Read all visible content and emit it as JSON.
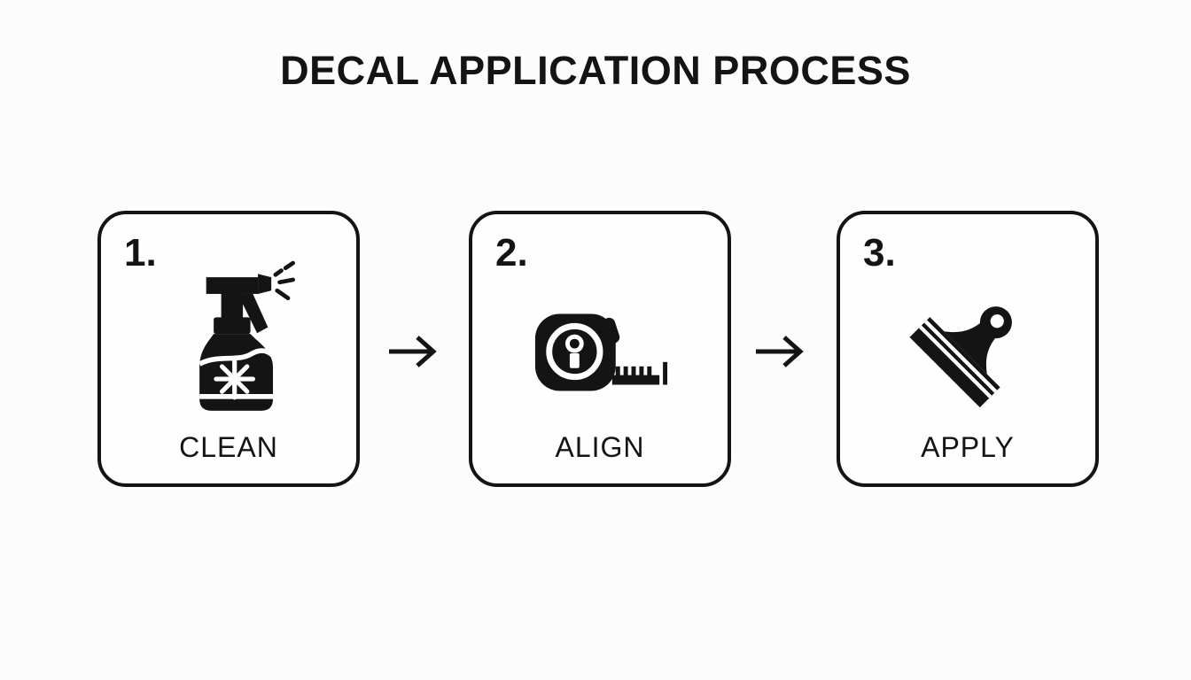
{
  "title": "DECAL APPLICATION PROCESS",
  "steps": [
    {
      "number": "1.",
      "label": "CLEAN",
      "icon": "spray-bottle-icon"
    },
    {
      "number": "2.",
      "label": "ALIGN",
      "icon": "tape-measure-icon"
    },
    {
      "number": "3.",
      "label": "APPLY",
      "icon": "squeegee-icon"
    }
  ],
  "connector": {
    "icon": "right-arrow-icon"
  },
  "colors": {
    "background": "#fcfcfd",
    "card": "#fefefe",
    "ink": "#141414",
    "border": "#141414"
  }
}
